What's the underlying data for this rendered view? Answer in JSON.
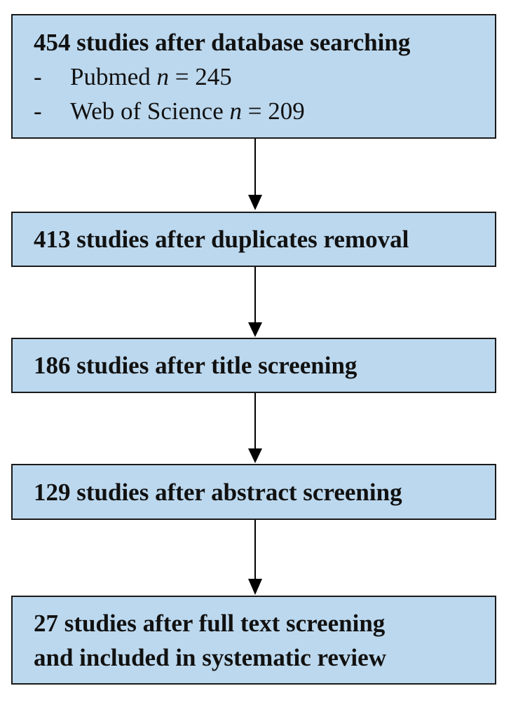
{
  "boxes": [
    {
      "count": "454",
      "text": "studies after database searching",
      "items": [
        {
          "dash": "-",
          "label": "Pubmed",
          "n": "n",
          "eq": "= 245"
        },
        {
          "dash": "-",
          "label": "Web of Science",
          "n": "n",
          "eq": "= 209"
        }
      ]
    },
    {
      "count": "413",
      "text": "studies after duplicates removal"
    },
    {
      "count": "186",
      "text": "studies after title screening"
    },
    {
      "count": "129",
      "text": "studies after abstract screening"
    },
    {
      "count": "27",
      "text": "studies after full text screening",
      "text2": "and included in systematic review"
    }
  ],
  "colors": {
    "box_fill": "#bcd8ee",
    "border": "#1a1a1a",
    "arrow": "#000000"
  }
}
